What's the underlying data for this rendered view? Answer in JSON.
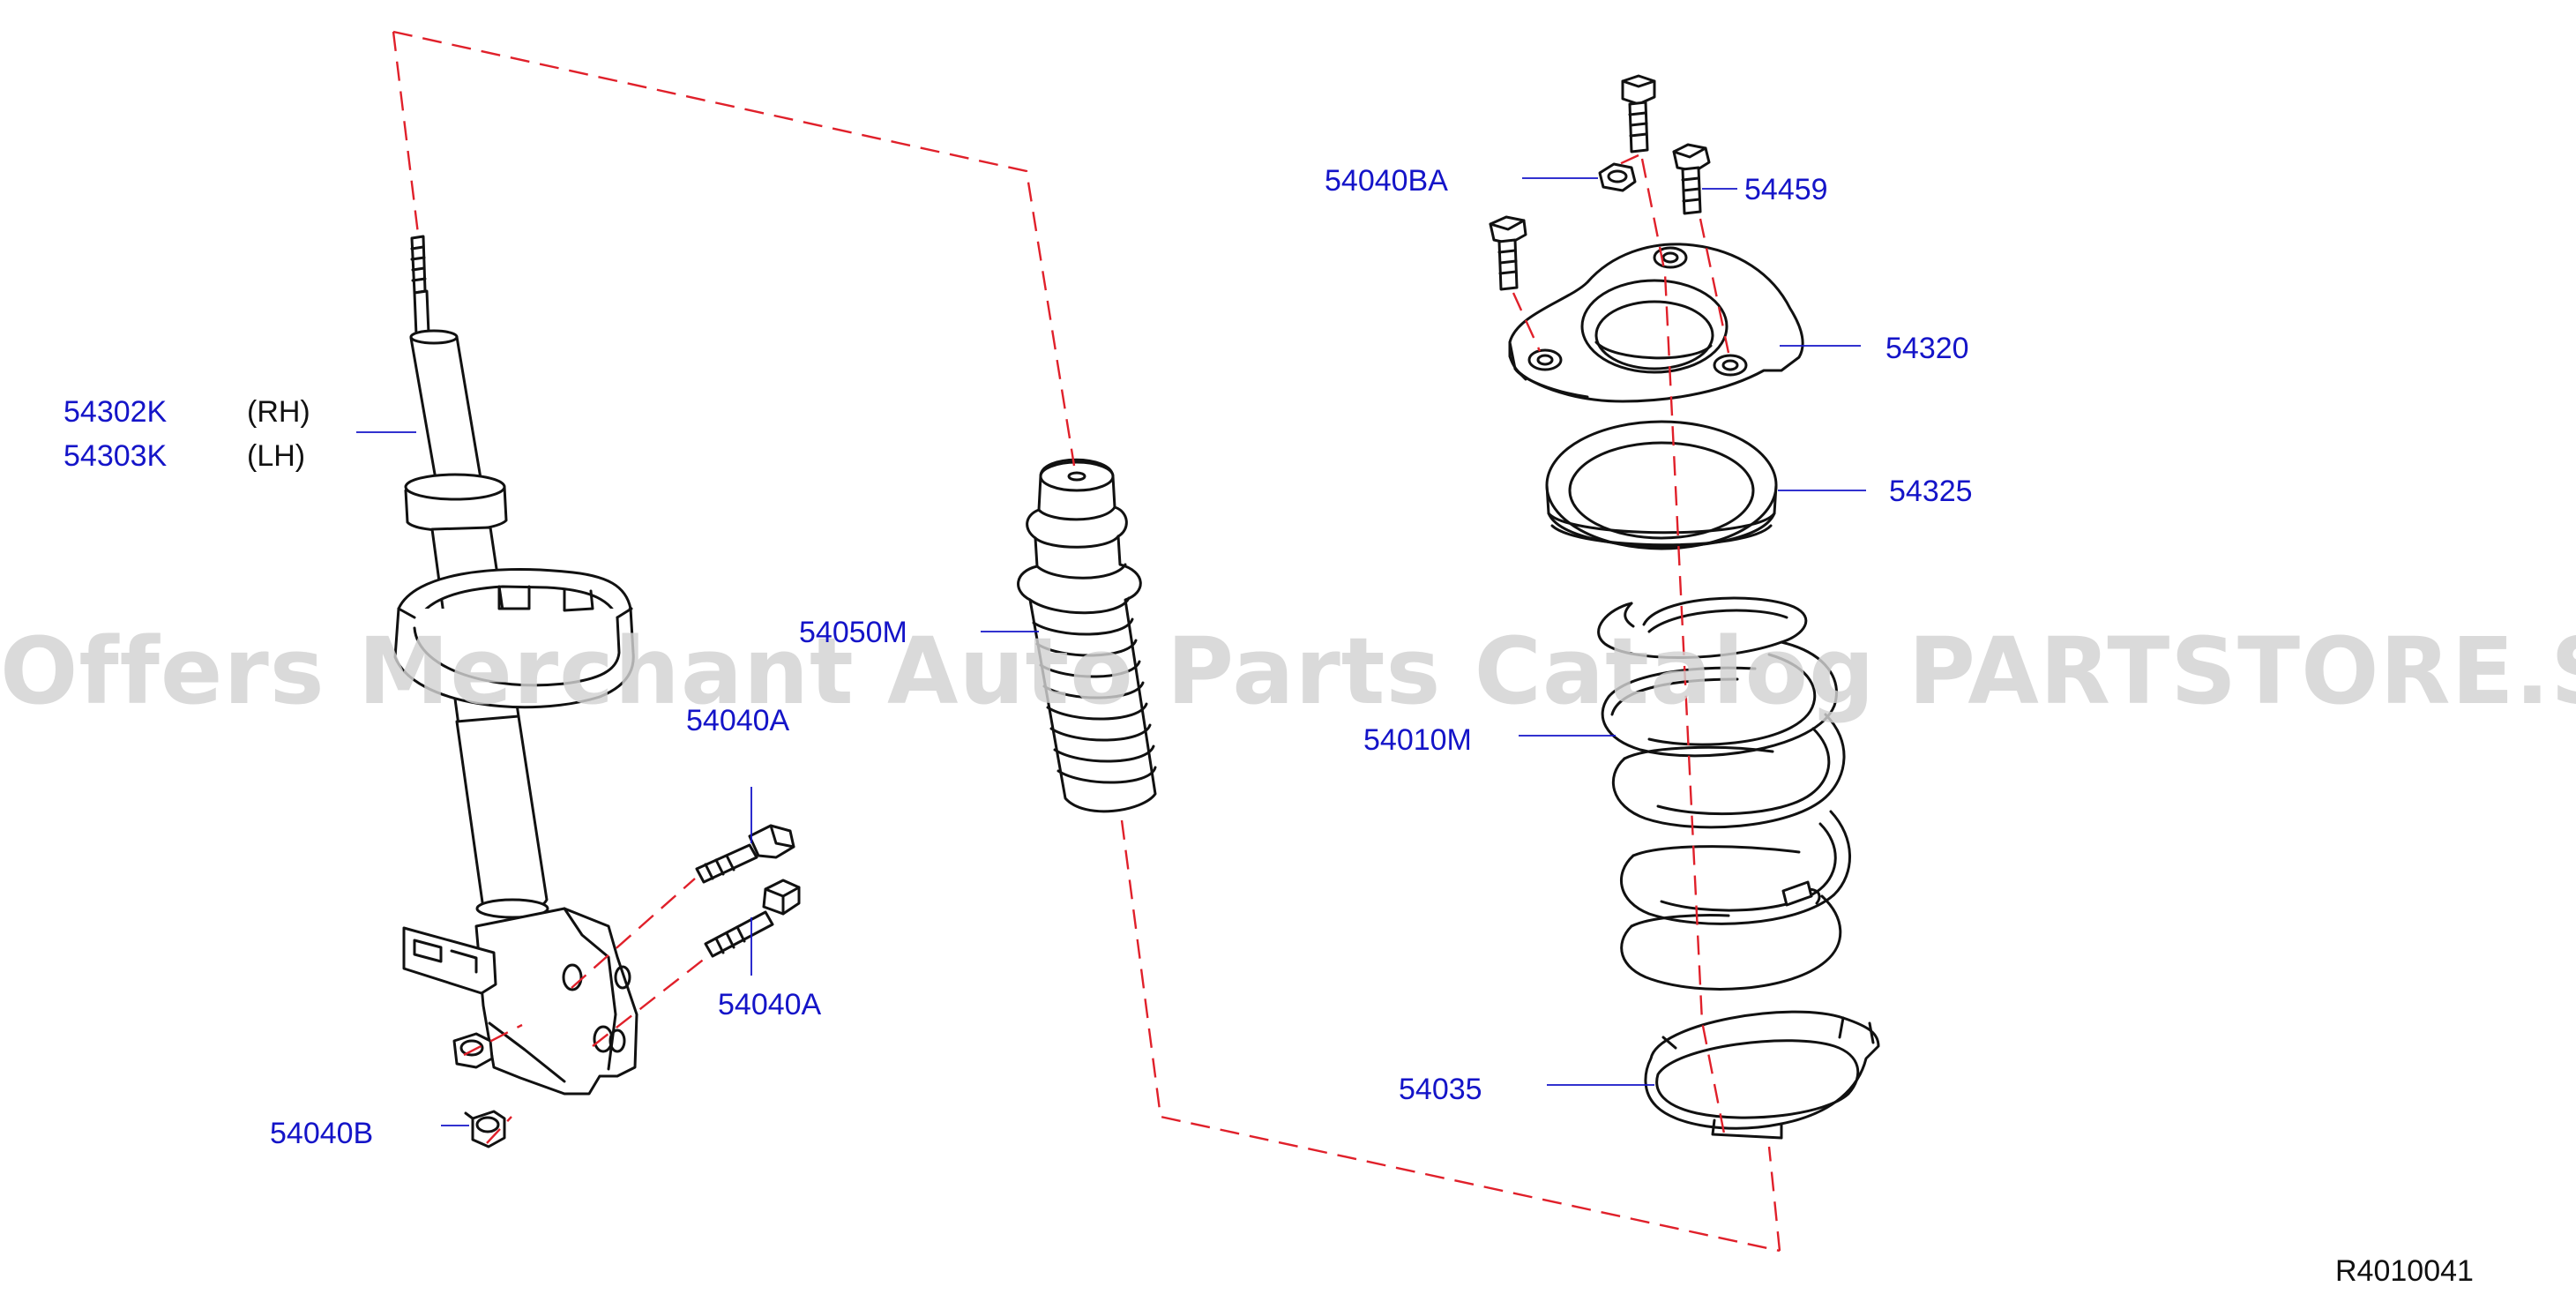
{
  "labels": {
    "strut_rh": "54302K",
    "strut_lh": "54303K",
    "side_rh": "(RH)",
    "side_lh": "(LH)",
    "bolt_upper": "54040A",
    "bolt_lower": "54040A",
    "nut_lower": "54040B",
    "bound_bumper": "54050M",
    "mount_nut": "54040BA",
    "mount_bolt": "54459",
    "strut_mount": "54320",
    "mount_bearing": "54325",
    "coil_spring": "54010M",
    "spring_seat": "54035"
  },
  "diagram_id": "R4010041",
  "watermark": "Offers Merchant Auto Parts Catalog PARTSTORE.SA",
  "colors": {
    "label": "#1414c8",
    "leader": "#1414c8",
    "dash": "#e0202a",
    "line": "#111111",
    "watermark": "#d2d2d2"
  }
}
